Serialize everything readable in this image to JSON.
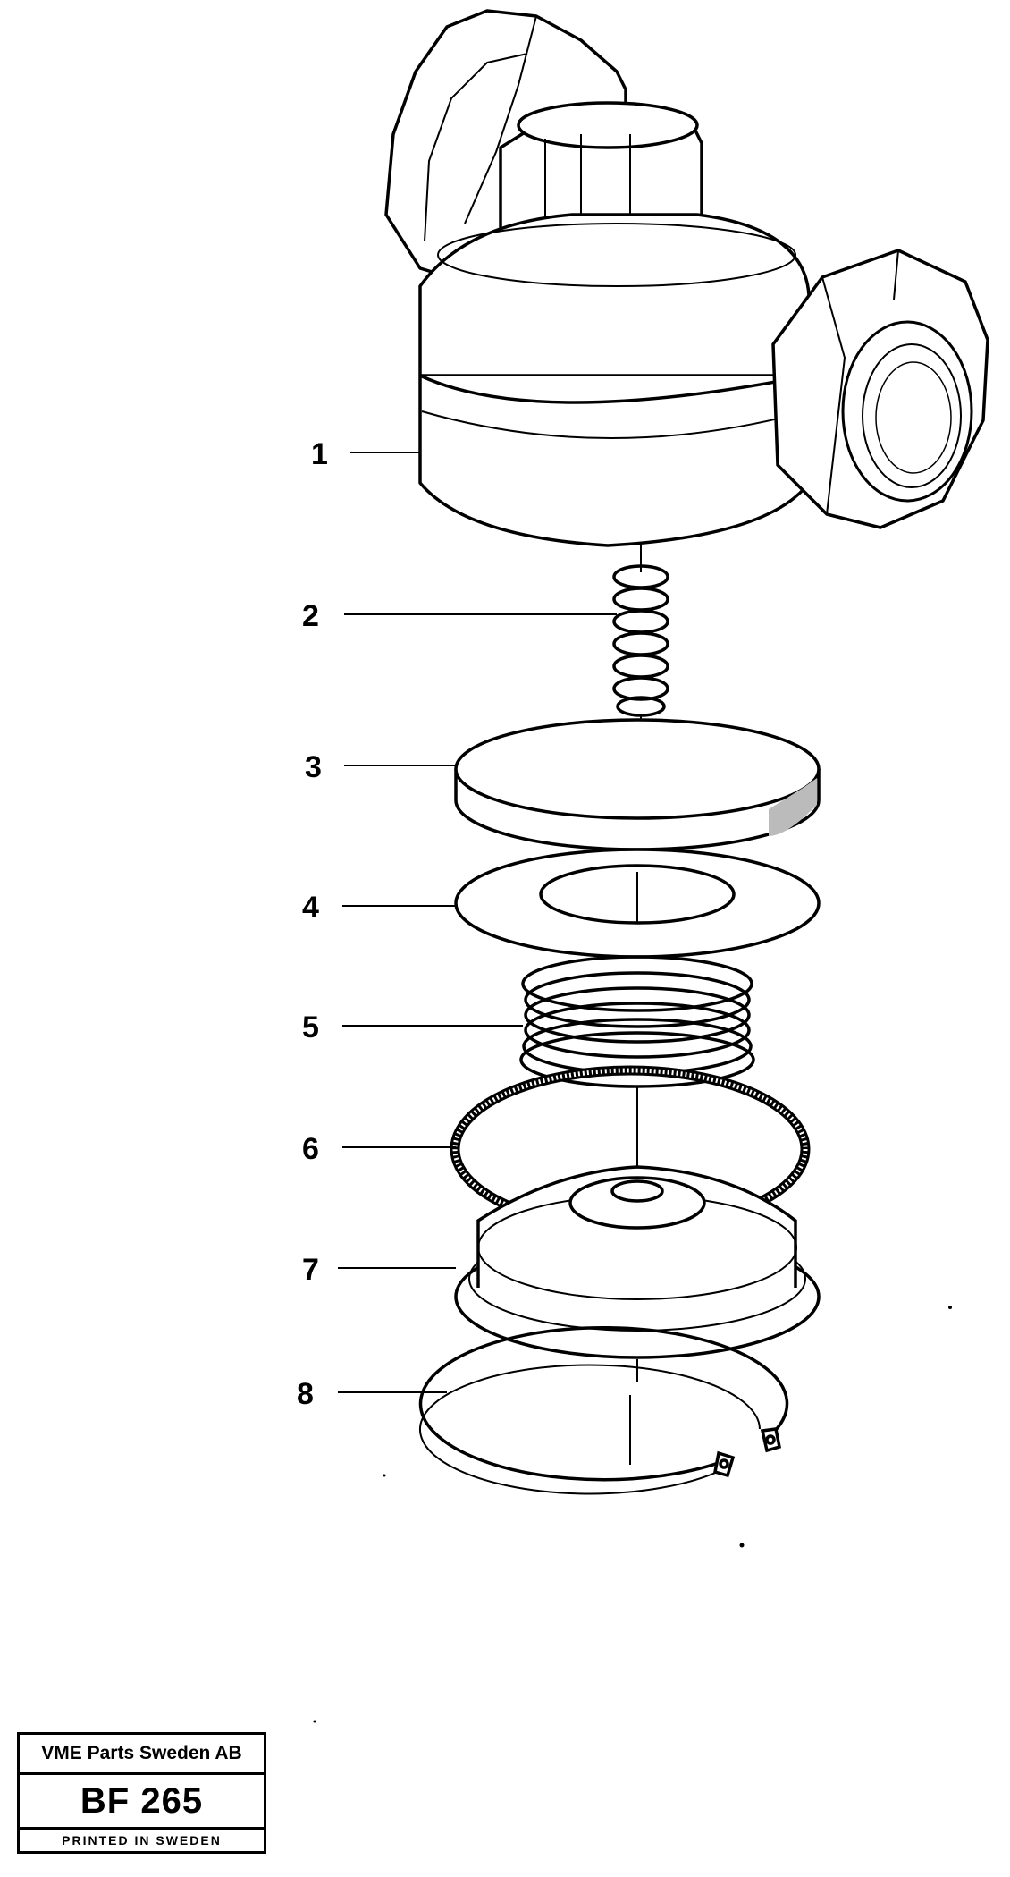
{
  "callouts": [
    "1",
    "2",
    "3",
    "4",
    "5",
    "6",
    "7",
    "8"
  ],
  "title_block": {
    "company": "VME Parts Sweden AB",
    "code": "BF 265",
    "printed": "PRINTED IN SWEDEN"
  },
  "parts": [
    {
      "name": "valve-housing"
    },
    {
      "name": "small-spring"
    },
    {
      "name": "disc"
    },
    {
      "name": "washer"
    },
    {
      "name": "large-spring"
    },
    {
      "name": "o-ring"
    },
    {
      "name": "piston"
    },
    {
      "name": "circlip"
    }
  ]
}
